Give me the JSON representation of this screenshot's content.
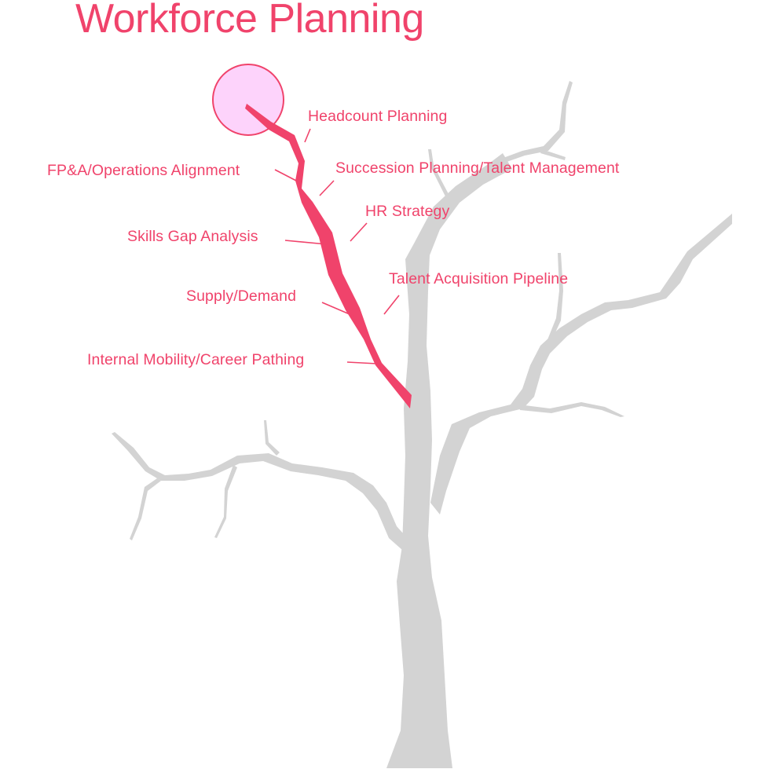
{
  "title": "Workforce Planning",
  "colors": {
    "accent": "#f0436b",
    "tree": "#d3d3d3",
    "bubble_fill": "#fdd3fb",
    "bubble_stroke": "#f0436b"
  },
  "labels": {
    "headcount": "Headcount Planning",
    "fpa": "FP&A/Operations Alignment",
    "succession": "Succession Planning/Talent Management",
    "hr_strategy": "HR Strategy",
    "skills_gap": "Skills Gap Analysis",
    "talent_acquisition": "Talent Acquisition Pipeline",
    "supply_demand": "Supply/Demand",
    "internal_mobility": "Internal Mobility/Career Pathing"
  }
}
